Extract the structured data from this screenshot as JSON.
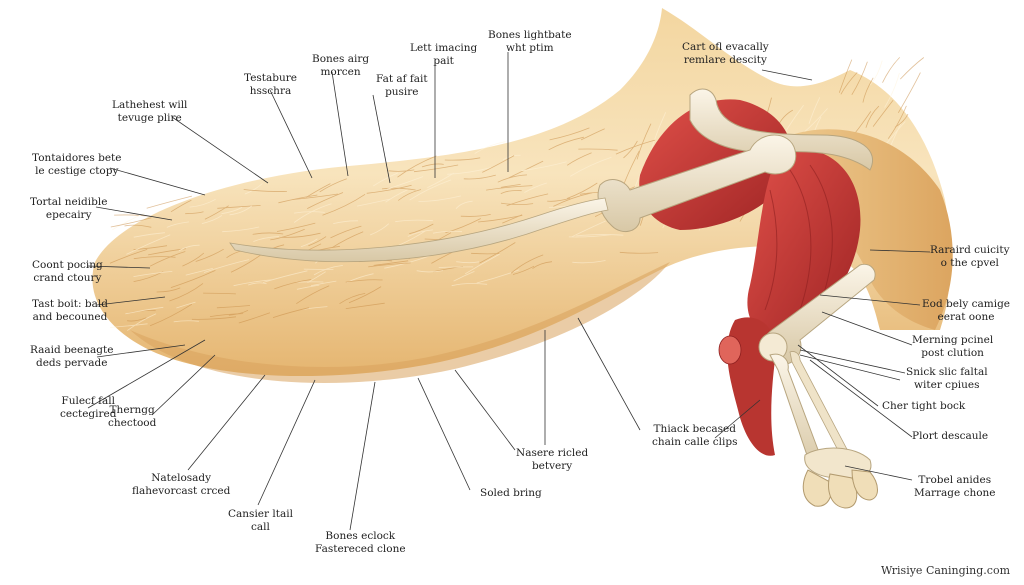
{
  "labels": {
    "left": [
      "Lathehest will\ntevuge plire",
      "Tontaidores bete\nle cestige ctopy",
      "Tortal neidible\nepecairy",
      "Coont pocing\ncrand ctoury",
      "Tast boit: bald\nand becouned",
      "Raaid beenagte\ndeds pervade",
      "Fulecf fall\ncectegired",
      "Therngg\nchectood"
    ],
    "top": [
      "Testabure\nhsschra",
      "Bones airg\nmorcen",
      "Fat af fait\npusire",
      "Lett imacing\npait",
      "Bones lightbate\nwht ptim",
      "Cart ofl evacally\nremlare descity"
    ],
    "bottom": [
      "Natelosady\nflahevorcast crced",
      "Cansier ltail\ncall",
      "Bones eclock\nFastereced clone",
      "Soled bring",
      "Nasere ricled\nbetvery",
      "Thiack becased\nchain calle clips"
    ],
    "right": [
      "Raraird cuicity\no the cpvel",
      "Eod bely camige\neerat oone",
      "Merning pcinel\npost clution",
      "Snick slic faltal\nwiter cpiues",
      "Cher tight bock",
      "Plort descaule",
      "Trobel anides\nMarrage chone"
    ]
  },
  "watermark": "Wrisiye Caninging.com",
  "colors": {
    "fur_light": "#f6e0b6",
    "fur_mid": "#e9bd7c",
    "fur_dark": "#c98e48",
    "bone": "#f2e8d4",
    "bone_shadow": "#c9b896",
    "muscle": "#c73a34",
    "muscle_dark": "#8e1f1f",
    "leader": "#333333"
  }
}
